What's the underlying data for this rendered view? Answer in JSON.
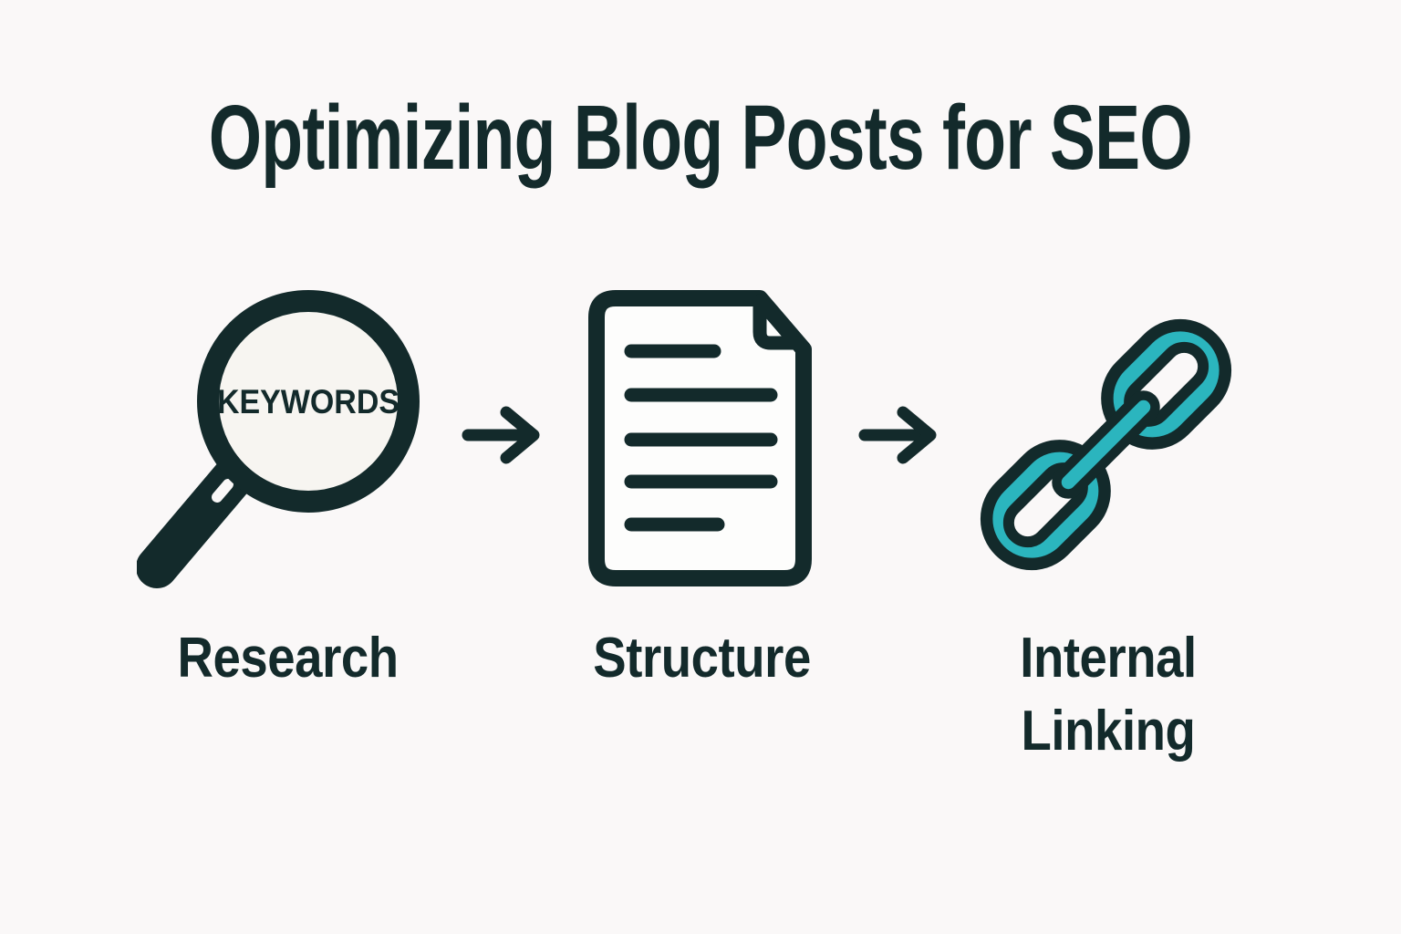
{
  "title": "Optimizing Blog Posts for SEO",
  "steps": [
    {
      "label": "Research",
      "icon": "magnifying-glass-icon",
      "icon_text": "KEYWORDS"
    },
    {
      "label": "Structure",
      "icon": "document-icon"
    },
    {
      "label": "Internal Linking",
      "icon": "chain-link-icon"
    }
  ],
  "connectors": [
    {
      "icon": "arrow-right-icon"
    },
    {
      "icon": "arrow-right-icon"
    }
  ],
  "colors": {
    "background": "#faf8f8",
    "ink": "#132a2b",
    "teal": "#2bb5be",
    "lens_fill": "#f7f5f1",
    "paper_fill": "#fdfdfc"
  }
}
